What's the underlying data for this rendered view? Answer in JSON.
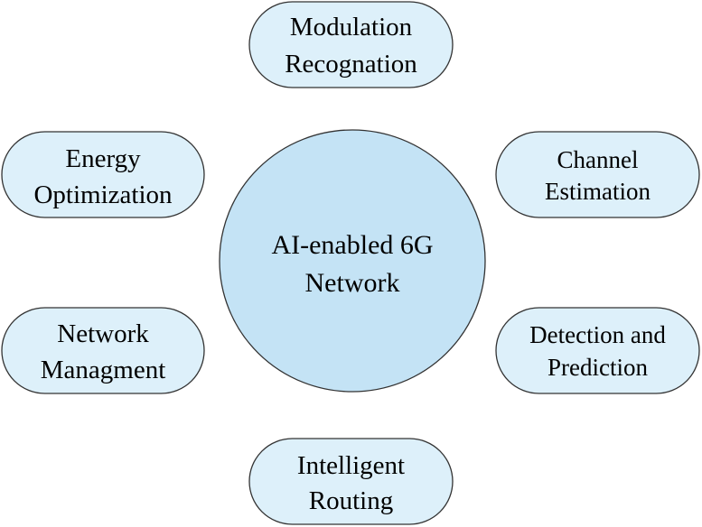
{
  "diagram": {
    "center": {
      "lines": [
        "AI-enabled 6G",
        "Network"
      ],
      "fill": "#c4e3f5",
      "stroke": "#333333"
    },
    "nodes": [
      {
        "id": "modulation-recognition",
        "lines": [
          "Modulation",
          "Recognation"
        ]
      },
      {
        "id": "channel-estimation",
        "lines": [
          "Channel",
          "Estimation"
        ]
      },
      {
        "id": "detection-and-prediction",
        "lines": [
          "Detection and",
          "Prediction"
        ]
      },
      {
        "id": "intelligent-routing",
        "lines": [
          "Intelligent",
          "Routing"
        ]
      },
      {
        "id": "network-management",
        "lines": [
          "Network",
          "Managment"
        ]
      },
      {
        "id": "energy-optimization",
        "lines": [
          "Energy",
          "Optimization"
        ]
      }
    ],
    "node_fill": "#ddf0fa",
    "node_stroke": "#333333"
  }
}
